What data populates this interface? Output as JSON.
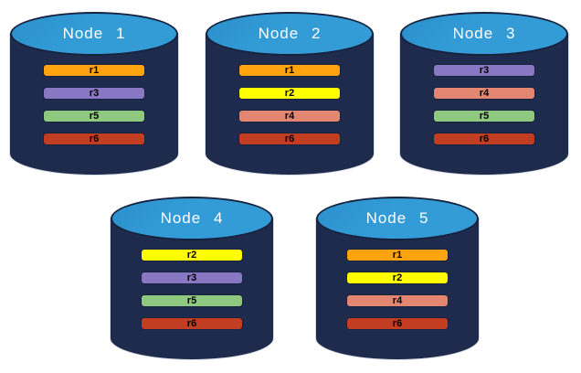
{
  "colors": {
    "cylinder_body": "#1F2B4D",
    "cylinder_top": "#339CD6",
    "outline": "#16223E",
    "label_text": "#FFFFFF",
    "bar_text": "#000000"
  },
  "replica_colors": {
    "r1": "#FFA30F",
    "r2": "#FFFF00",
    "r3": "#8878C4",
    "r4": "#E28672",
    "r5": "#8FC97F",
    "r6": "#C33D23"
  },
  "nodes": [
    {
      "label": "Node 1",
      "replicas": [
        "r1",
        "r3",
        "r5",
        "r6"
      ]
    },
    {
      "label": "Node 2",
      "replicas": [
        "r1",
        "r2",
        "r4",
        "r6"
      ]
    },
    {
      "label": "Node 3",
      "replicas": [
        "r3",
        "r4",
        "r5",
        "r6"
      ]
    },
    {
      "label": "Node 4",
      "replicas": [
        "r2",
        "r3",
        "r5",
        "r6"
      ]
    },
    {
      "label": "Node 5",
      "replicas": [
        "r1",
        "r2",
        "r4",
        "r6"
      ]
    }
  ]
}
